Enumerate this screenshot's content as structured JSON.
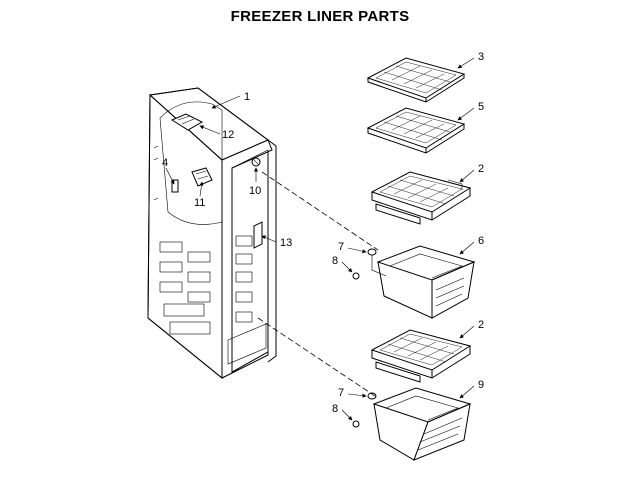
{
  "title": "FREEZER LINER PARTS",
  "callouts": {
    "c1": "1",
    "c2a": "2",
    "c2b": "2",
    "c3": "3",
    "c4": "4",
    "c5": "5",
    "c6": "6",
    "c7a": "7",
    "c7b": "7",
    "c8a": "8",
    "c8b": "8",
    "c9": "9",
    "c10": "10",
    "c11": "11",
    "c12": "12",
    "c13": "13"
  },
  "icons": {
    "liner": "freezer-liner-illustration",
    "shelf": "glass-shelf-illustration",
    "drawer": "freezer-drawer-illustration"
  }
}
